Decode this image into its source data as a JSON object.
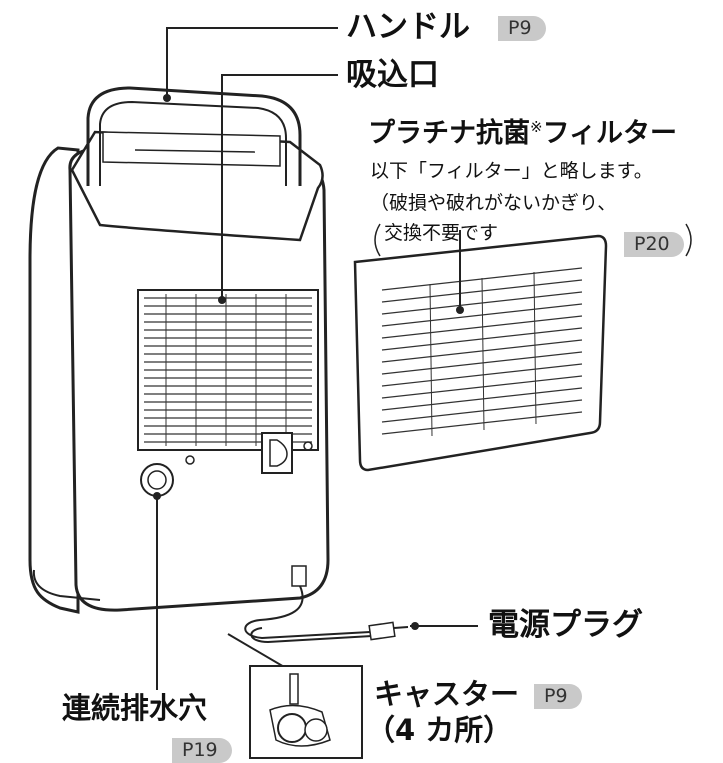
{
  "labels": {
    "handle": "ハンドル",
    "intake": "吸込口",
    "filter_title": "プラチナ抗菌",
    "filter_mark": "※",
    "filter_title2": "フィルター",
    "filter_note1": "以下「フィルター」と略します。",
    "filter_note2": "（破損や破れがないかぎり、",
    "filter_note3": "交換不要です",
    "plug": "電源プラグ",
    "drain": "連続排水穴",
    "caster": "キャスター",
    "caster_count": "（4 カ所）"
  },
  "refs": {
    "handle": "P9",
    "filter": "P20",
    "caster": "P9",
    "drain": "P19"
  }
}
